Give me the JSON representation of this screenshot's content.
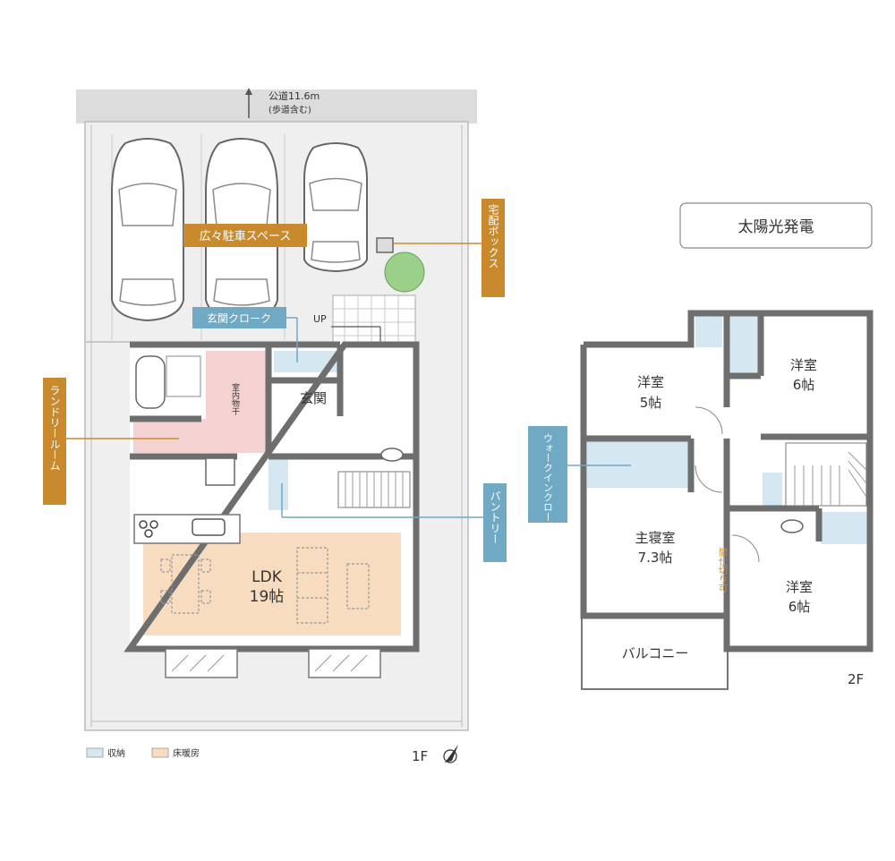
{
  "road": {
    "line1": "公道11.6m",
    "line2": "(歩道含む)"
  },
  "floor1": {
    "label": "1F",
    "rooms": {
      "ldk_name": "LDK",
      "ldk_size": "19帖",
      "entrance": "玄関",
      "indoor_dry": "室内物干",
      "up": "UP"
    },
    "callouts": {
      "parking": "広々駐車スペース",
      "delivery_box": "宅配ボックス",
      "entrance_cloak": "玄関クローク",
      "laundry_room": "ランドリールーム",
      "pantry": "パントリー"
    },
    "legend": {
      "storage": "収納",
      "floor_heating": "床暖房"
    }
  },
  "floor2": {
    "label": "2F",
    "rooms": {
      "western5_name": "洋室",
      "western5_size": "5帖",
      "western6a_name": "洋室",
      "western6a_size": "6帖",
      "master_name": "主寝室",
      "master_size": "7.3帖",
      "western6b_name": "洋室",
      "western6b_size": "6帖",
      "balcony": "バルコニー",
      "partition": "間仕切り可"
    },
    "callouts": {
      "walk_in_closet": "ウォークインクローゼット"
    }
  },
  "solar_label": "太陽光発電",
  "colors": {
    "storage": "#d5e8f2",
    "floor_heating": "#f7dcc0",
    "laundry": "#f4d2d2",
    "callout_orange": "#c98a2e",
    "callout_blue": "#6fa9c4",
    "wall": "#6e6e6e",
    "site": "#eeeeee",
    "tree": "#9bd08a"
  }
}
